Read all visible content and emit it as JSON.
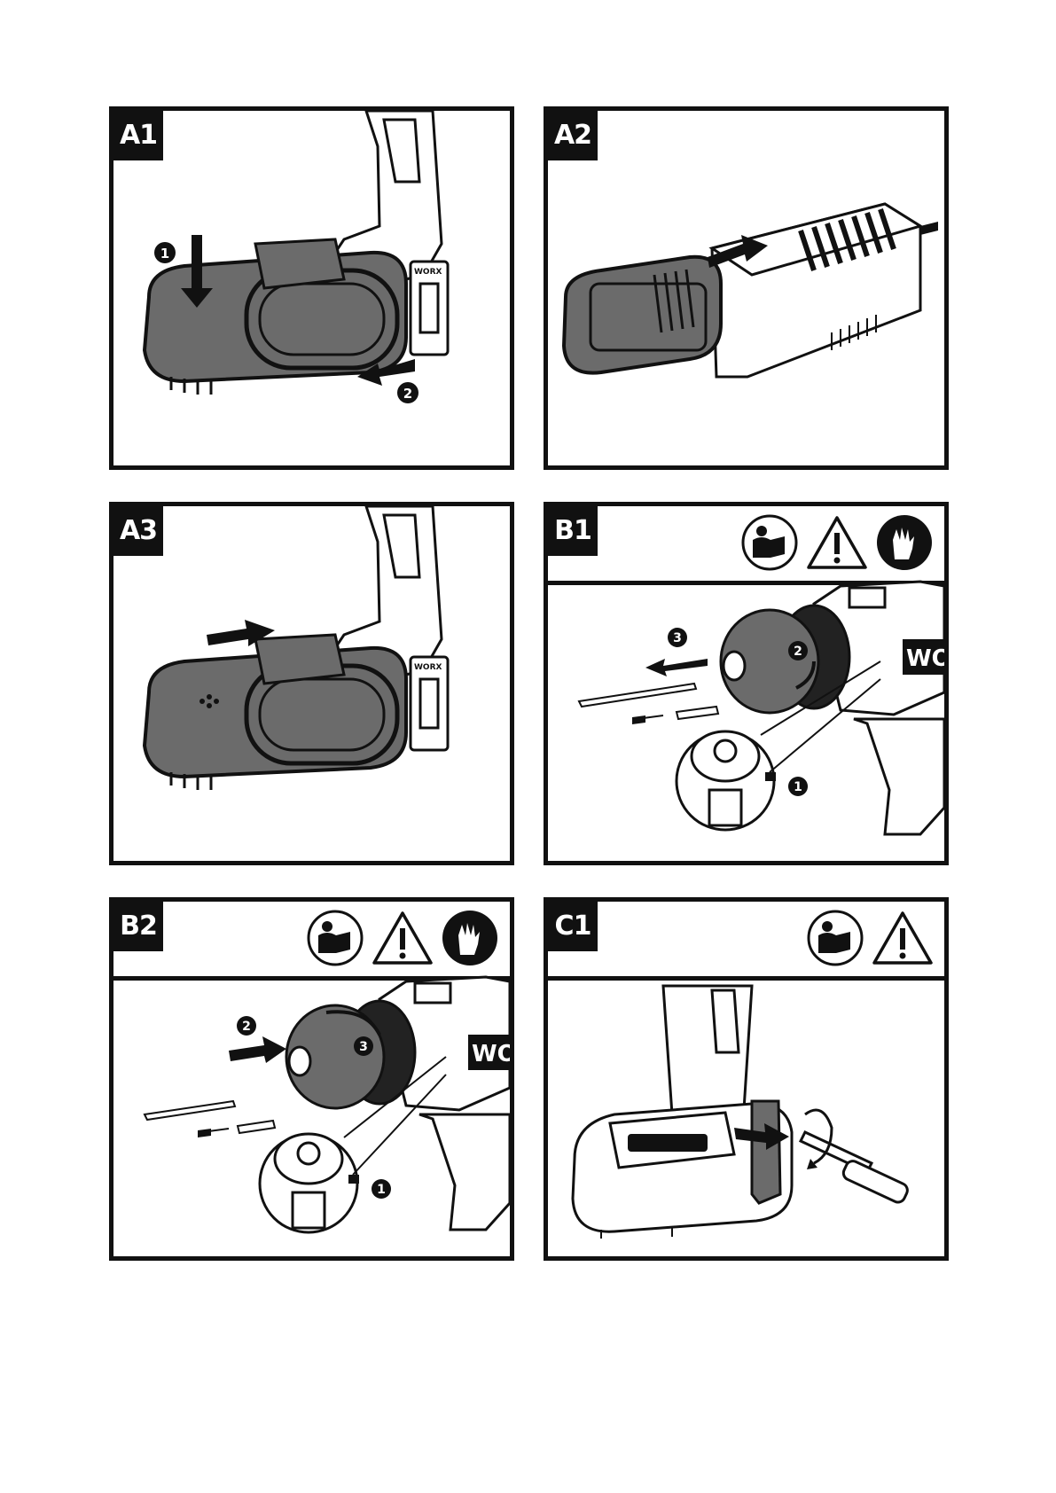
{
  "panels": [
    {
      "id": "A1",
      "label": "A1",
      "steps": [
        "1",
        "2"
      ],
      "brand": "WORX"
    },
    {
      "id": "A2",
      "label": "A2"
    },
    {
      "id": "A3",
      "label": "A3",
      "brand": "WORX"
    },
    {
      "id": "B1",
      "label": "B1",
      "steps": [
        "1",
        "2",
        "3"
      ],
      "brand": "WO",
      "icons": [
        "read-manual-icon",
        "warning-icon",
        "gloves-icon"
      ]
    },
    {
      "id": "B2",
      "label": "B2",
      "steps": [
        "1",
        "2",
        "3"
      ],
      "brand": "WO",
      "icons": [
        "read-manual-icon",
        "warning-icon",
        "gloves-icon"
      ]
    },
    {
      "id": "C1",
      "label": "C1",
      "icons": [
        "read-manual-icon",
        "warning-icon"
      ]
    }
  ],
  "colors": {
    "ink": "#111111",
    "battery": "#6b6b6b",
    "paper": "#ffffff"
  }
}
